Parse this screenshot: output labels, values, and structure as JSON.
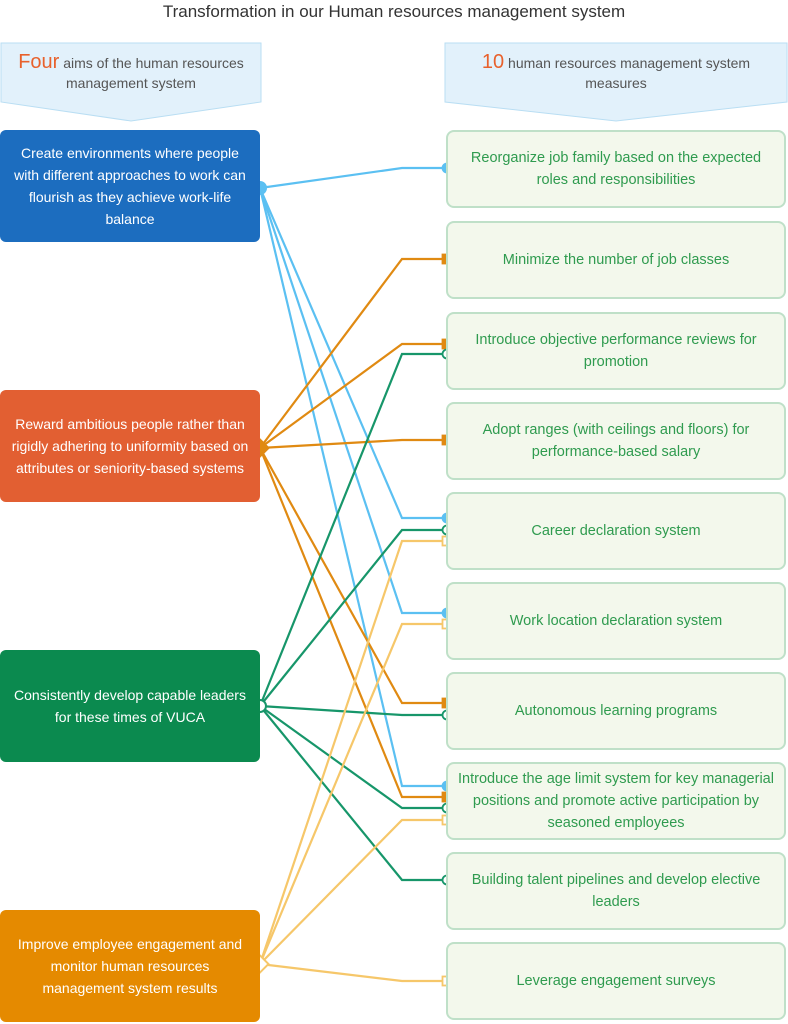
{
  "title": "Transformation in our Human resources management system",
  "headers": {
    "left": {
      "highlight": "Four",
      "text": " aims of the human resources management system"
    },
    "right": {
      "highlight": "10",
      "text": " human resources management system measures"
    }
  },
  "aims": [
    {
      "label": "Create environments where people with different approaches to work can flourish as they achieve work-life balance",
      "color": "#1c6dbf"
    },
    {
      "label": "Reward ambitious people rather than rigidly adhering to uniformity based on attributes or seniority-based systems",
      "color": "#e25f32"
    },
    {
      "label": "Consistently develop capable leaders for these times of VUCA",
      "color": "#0b8a4f"
    },
    {
      "label": "Improve employee engagement and monitor human resources management system results",
      "color": "#e58a00"
    }
  ],
  "measures": [
    {
      "label": "Reorganize job family based on the expected roles and responsibilities"
    },
    {
      "label": "Minimize the number of job classes"
    },
    {
      "label": "Introduce objective performance reviews for promotion"
    },
    {
      "label": "Adopt ranges (with ceilings and floors) for performance-based salary"
    },
    {
      "label": "Career declaration system"
    },
    {
      "label": "Work location declaration system"
    },
    {
      "label": "Autonomous learning programs"
    },
    {
      "label": "Introduce the age limit system for key managerial  positions and promote active participation by seasoned employees"
    },
    {
      "label": "Building talent pipelines and develop elective leaders"
    },
    {
      "label": "Leverage engagement surveys"
    }
  ],
  "connections": [
    {
      "aim": 0,
      "measures": [
        0,
        4,
        5,
        7
      ],
      "color": "#5bc0f2",
      "marker": "filled-circle"
    },
    {
      "aim": 1,
      "measures": [
        1,
        2,
        3,
        6,
        7
      ],
      "color": "#e08a12",
      "marker": "filled-square"
    },
    {
      "aim": 2,
      "measures": [
        2,
        4,
        6,
        7,
        8
      ],
      "color": "#17966a",
      "marker": "open-circle"
    },
    {
      "aim": 3,
      "measures": [
        4,
        5,
        7,
        9
      ],
      "color": "#f6c76a",
      "marker": "open-square"
    }
  ]
}
